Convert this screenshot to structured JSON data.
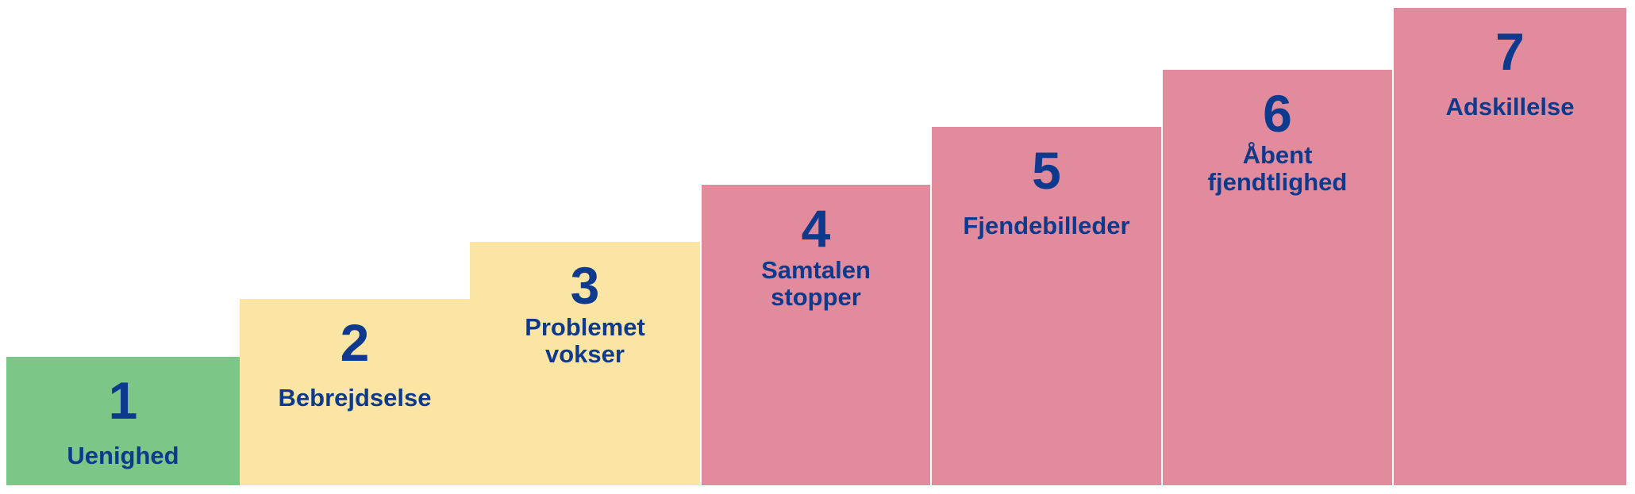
{
  "diagram": {
    "type": "staircase",
    "step_count": 7,
    "text_color": "#0d3a8c",
    "background_color": "#ffffff",
    "palette": {
      "green": "#7cc787",
      "yellow": "#fbe5a5",
      "pink": "#e28b9c"
    }
  },
  "steps": [
    {
      "number": "1",
      "label": "Uenighed",
      "color": "#7cc787"
    },
    {
      "number": "2",
      "label": "Bebrejdselse",
      "color": "#fbe5a5"
    },
    {
      "number": "3",
      "label": "Problemet\nvokser",
      "color": "#fbe5a5"
    },
    {
      "number": "4",
      "label": "Samtalen\nstopper",
      "color": "#e28b9c"
    },
    {
      "number": "5",
      "label": "Fjendebilleder",
      "color": "#e28b9c"
    },
    {
      "number": "6",
      "label": "Åbent\nfjendtlighed",
      "color": "#e28b9c"
    },
    {
      "number": "7",
      "label": "Adskillelse",
      "color": "#e28b9c"
    }
  ]
}
